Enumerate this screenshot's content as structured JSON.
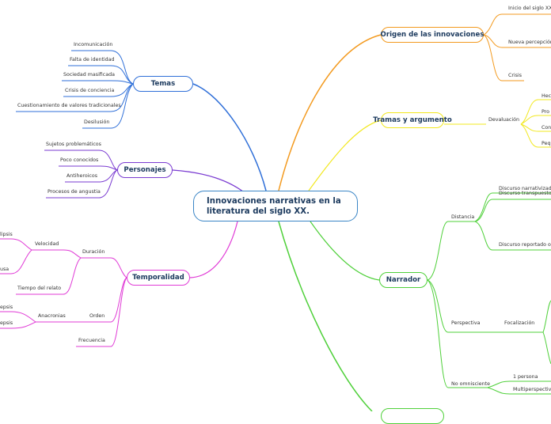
{
  "central": {
    "line1": "Innovaciones narrativas en la",
    "line2": "literatura del siglo XX."
  },
  "temas": {
    "title": "Temas",
    "items": [
      "Incomunicación",
      "Falta de identidad",
      "Sociedad masificada",
      "Crisis de conciencia",
      "Cuestionamiento de valores tradicionales",
      "Desilusión"
    ]
  },
  "personajes": {
    "title": "Personajes",
    "items": [
      "Sujetos problemáticos",
      "Poco conocidos",
      "Antiheroicos",
      "Procesos de angustia"
    ]
  },
  "temporalidad": {
    "title": "Temporalidad",
    "duracion": "Duración",
    "velocidad": "Velocidad",
    "elipsis": "lipsis",
    "pausa": "usa",
    "tiempo_relato": "Tiempo del relato",
    "orden": "Orden",
    "anacronias": "Anacronias",
    "analepsis": "epsis",
    "prolepsis": "epsis",
    "frecuencia": "Frecuencia"
  },
  "origen": {
    "title": "Origen de las innovaciones",
    "items": [
      "Inicio del siglo XX",
      "Nueva percepción d",
      "Crisis"
    ]
  },
  "tramas": {
    "title": "Tramas y argumento",
    "devaluacion": "Devaluación",
    "items": [
      "Hec",
      "Pro",
      "Con",
      "Peq"
    ]
  },
  "narrador": {
    "title": "Narrador",
    "distancia": "Distancia",
    "distancia_items": [
      "Discurso narrativizado",
      "Discurso transpuesto",
      "Discurso reportado o cit"
    ],
    "perspectiva": "Perspectiva",
    "focalizacion": "Focalización",
    "no_omnisciente": "No omnisciente",
    "no_omnisciente_items": [
      "1 persona",
      "Multiperspectiva"
    ]
  },
  "colors": {
    "temas": "#2f6fd8",
    "personajes": "#7a3bd1",
    "temporalidad": "#e03bd6",
    "origen": "#f39a1f",
    "tramas": "#f2e81f",
    "narrador": "#4fd03a",
    "central": "#3b86c6"
  }
}
